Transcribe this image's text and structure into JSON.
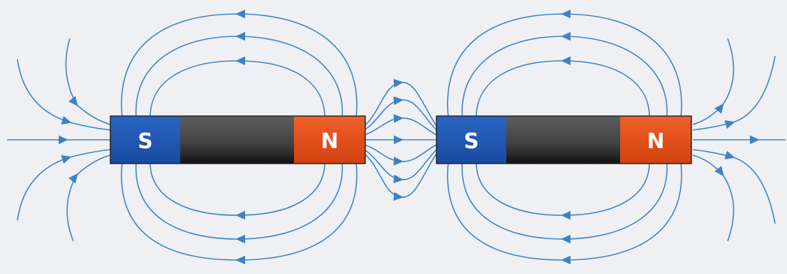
{
  "colors": {
    "background": "#eef0f3",
    "field_line": "#3d82c4",
    "south_pole": "#1e57b3",
    "north_pole": "#e24e16",
    "magnet_body": "#4b4b4b",
    "pole_label": "#ffffff"
  },
  "diagram": {
    "magnets": [
      {
        "south_label": "S",
        "north_label": "N"
      },
      {
        "south_label": "S",
        "north_label": "N"
      }
    ]
  }
}
